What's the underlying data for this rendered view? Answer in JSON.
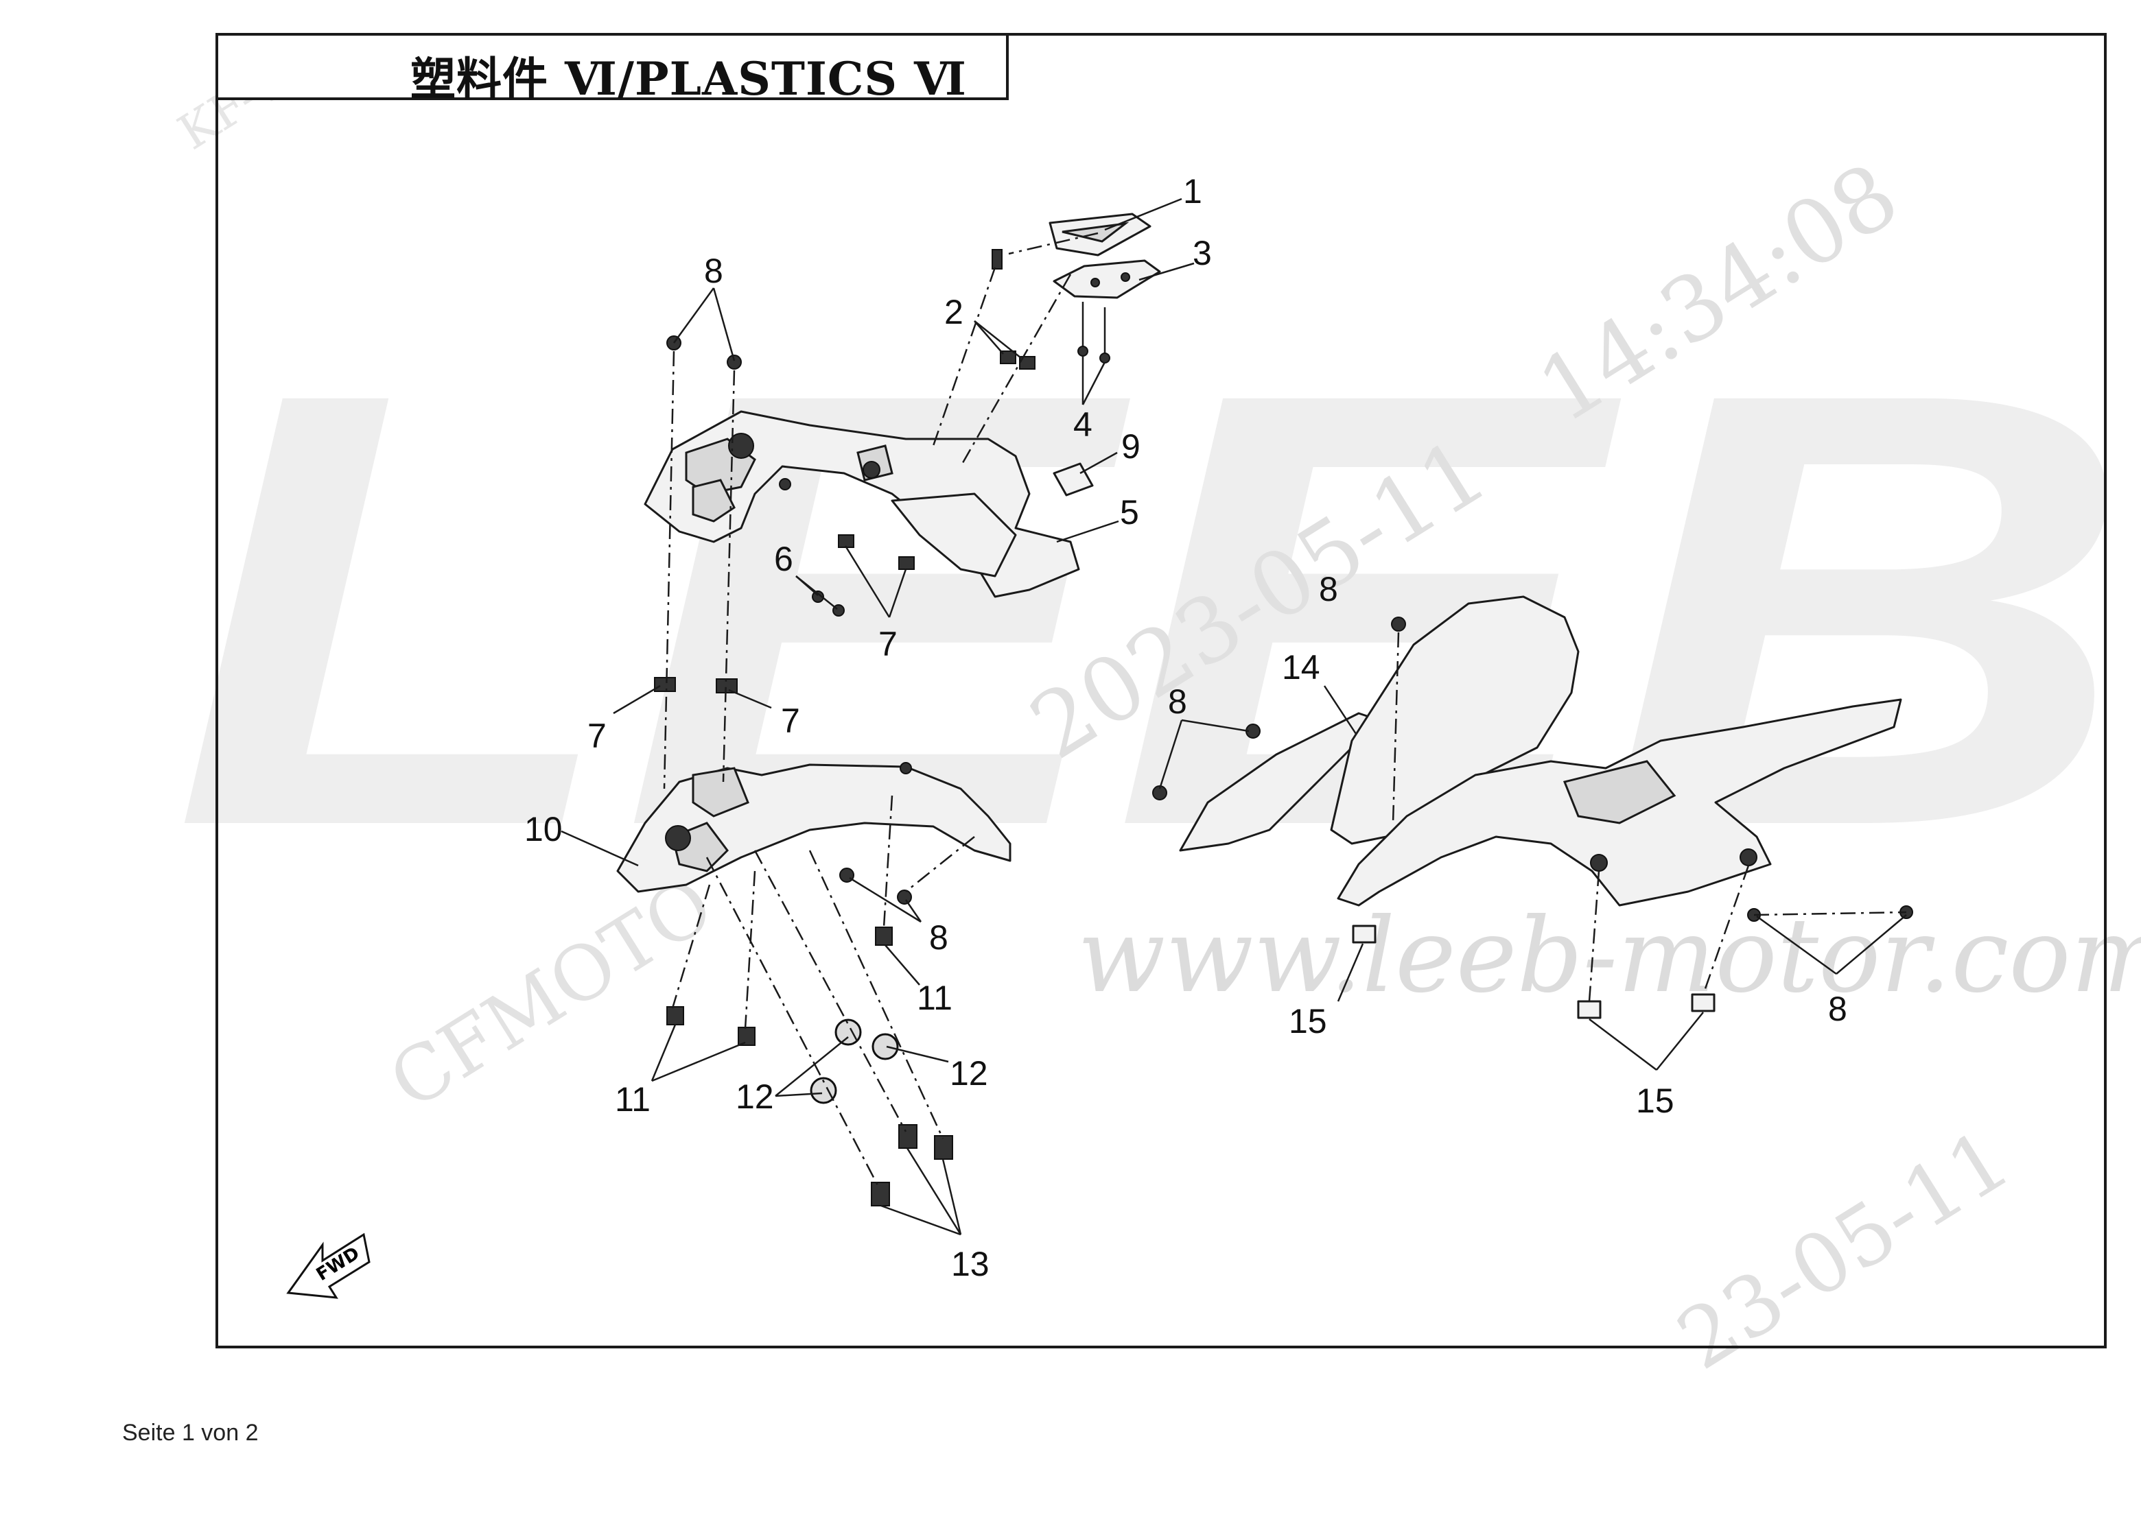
{
  "header": {
    "title": "塑料件 Ⅵ/PLASTICS Ⅵ"
  },
  "watermarks": {
    "brand": "LEEB",
    "website": "www.leeb-motor.com",
    "date": "2023-05-11",
    "time": "14:34:08",
    "maker": "CFMOTO",
    "code": "KF-WJ",
    "date_partial": "23-05-11"
  },
  "footer": {
    "page_text": "Seite 1 von 2"
  },
  "diagram": {
    "fwd_arrow": "FWD",
    "callouts": [
      "1",
      "2",
      "3",
      "4",
      "9",
      "5",
      "8",
      "6",
      "7",
      "7",
      "7",
      "10",
      "8",
      "11",
      "11",
      "12",
      "12",
      "13",
      "8",
      "14",
      "8",
      "15",
      "8",
      "15"
    ]
  }
}
